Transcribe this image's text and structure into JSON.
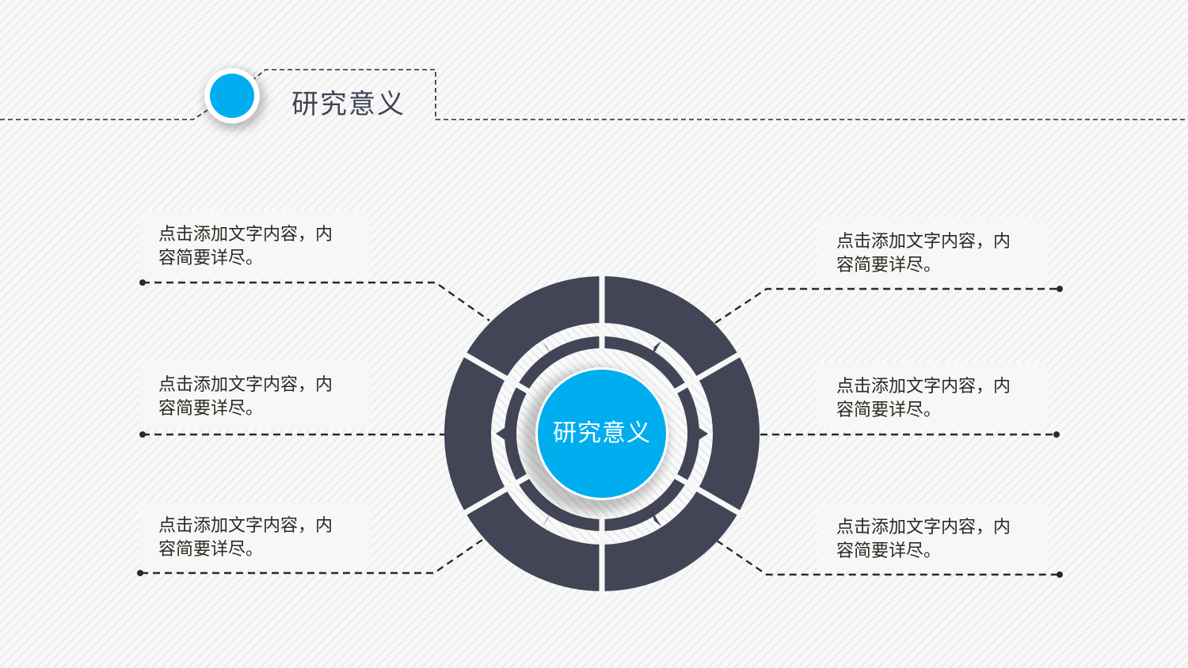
{
  "header": {
    "title": "研究意义",
    "accent_color": "#00aeef",
    "line_color": "#2b2a22"
  },
  "diagram": {
    "center_label": "研究意义",
    "ring_color": "#414555",
    "center_color": "#00aeef",
    "segments": 6
  },
  "items": [
    {
      "position": "left-top",
      "line1": "点击添加文字内容，内",
      "line2": "容简要详尽。"
    },
    {
      "position": "left-middle",
      "line1": "点击添加文字内容，内",
      "line2": "容简要详尽。"
    },
    {
      "position": "left-bottom",
      "line1": "点击添加文字内容，内",
      "line2": "容简要详尽。"
    },
    {
      "position": "right-top",
      "line1": "点击添加文字内容，内",
      "line2": "容简要详尽。"
    },
    {
      "position": "right-middle",
      "line1": "点击添加文字内容，内",
      "line2": "容简要详尽。"
    },
    {
      "position": "right-bottom",
      "line1": "点击添加文字内容，内",
      "line2": "容简要详尽。"
    }
  ]
}
